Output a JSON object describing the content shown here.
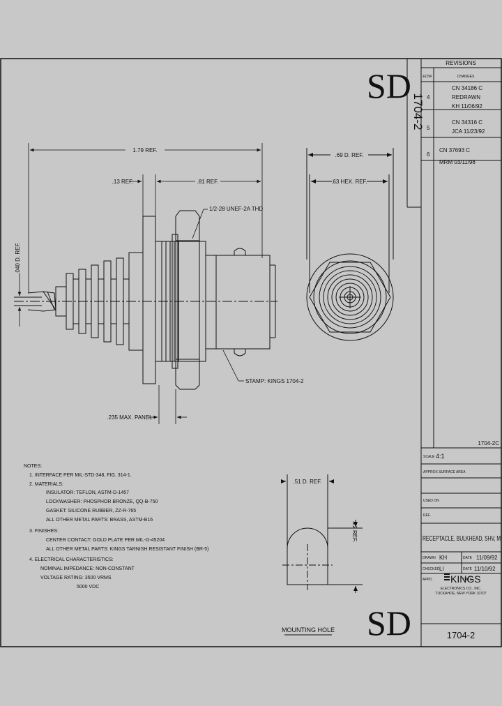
{
  "drawing": {
    "sd_top": "SD",
    "sd_bottom": "SD",
    "side_number": "1704-2",
    "mini_number": "1704-2C"
  },
  "revisions": {
    "title": "REVISIONS",
    "col_ecn": "ECN#",
    "col_changes": "CHANGES",
    "rows": [
      {
        "rev": "4",
        "lines": [
          "CN 34186 C",
          "REDRAWN",
          "KH 11/06/92"
        ]
      },
      {
        "rev": "5",
        "lines": [
          "CN 34316 C",
          "JCA 11/23/92"
        ]
      },
      {
        "rev": "6",
        "lines": [
          "CN 37693 C",
          "MRM 03/11/98"
        ]
      }
    ]
  },
  "dims": {
    "overall": "1.79 REF.",
    "d13": ".13 REF.",
    "d81": ".81 REF.",
    "thread": "1/2-28 UNEF-2A THD",
    "d040": ".040 D. REF.",
    "panel": ".235 MAX. PANEL",
    "stamp": "STAMP: KINGS 1704-2",
    "od": ".69 D. REF.",
    "hex": ".63 HEX. REF.",
    "hole_w": ".51 D. REF.",
    "hole_h": ".22 REF.",
    "mounting_hole": "MOUNTING HOLE"
  },
  "notes": [
    "NOTES:",
    "1. INTERFACE PER MIL-STD-348, FIG. 314-1.",
    "2. MATERIALS:",
    "INSULATOR: TEFLON, ASTM-D-1457",
    "LOCKWASHER: PHOSPHOR BRONZE, QQ-B-750",
    "GASKET: SILICONE RUBBER, ZZ-R-765",
    "ALL OTHER METAL PARTS: BRASS, ASTM-B16",
    "3. FINISHES:",
    "CENTER CONTACT: GOLD PLATE PER MIL-G-45204",
    "ALL OTHER METAL PARTS: KINGS TARNISH RESISTANT FINISH (BR-5)",
    "4. ELECTRICAL CHARACTERISTICS:",
    "NOMINAL IMPEDANCE: NON-CONSTANT",
    "VOLTAGE RATING: 3500 VRMS",
    "5000 VDC"
  ],
  "title_block": {
    "scale_label": "SCALE",
    "scale": "4:1",
    "surface": "APPROX SURFACE AREA",
    "used_on": "USED ON",
    "ref": "REF.",
    "title": "RECEPTACLE, BULKHEAD, SHV, M",
    "drawn_label": "DRAWN",
    "drawn_by": "KH",
    "drawn_date": "11/09/92",
    "checked_label": "CHECKED",
    "checked_by": "LI",
    "checked_date": "11/10/92",
    "appd_label": "APPD",
    "date_label": "DATE",
    "date_label2": "DATE",
    "date_label3": "DATE",
    "company": "KINGS",
    "company_sub1": "ELECTRONICS CO., INC.",
    "company_sub2": "TUCKAHOE, NEW YORK 10707",
    "dwg_no": "1704-2"
  }
}
